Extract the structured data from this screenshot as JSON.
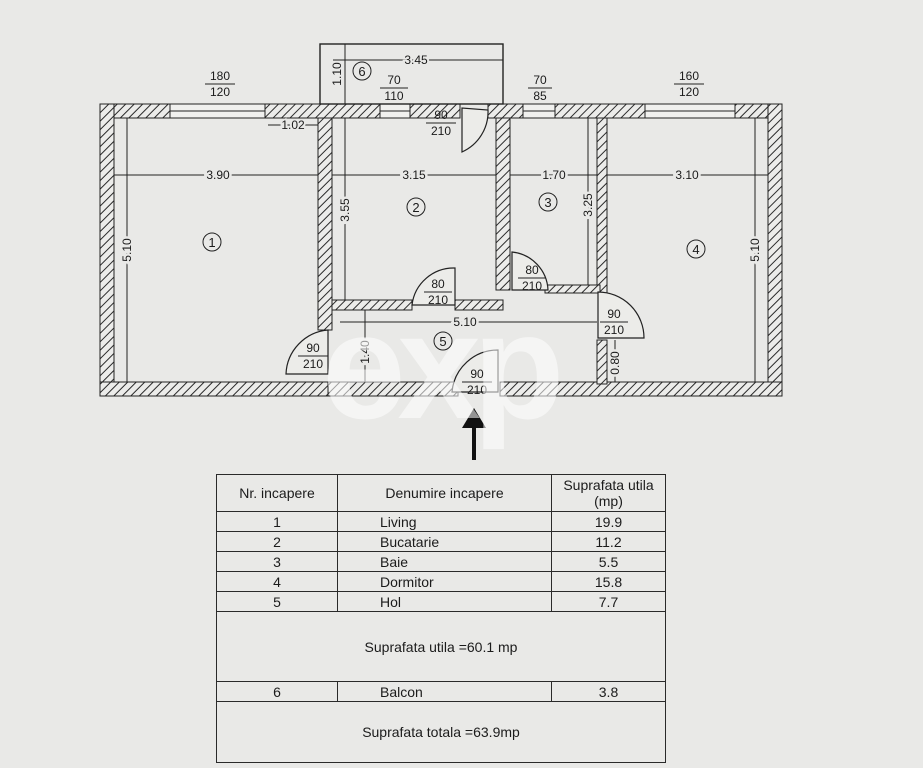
{
  "plan": {
    "rooms": [
      {
        "num": "1"
      },
      {
        "num": "2"
      },
      {
        "num": "3"
      },
      {
        "num": "4"
      },
      {
        "num": "5"
      },
      {
        "num": "6"
      }
    ],
    "dims": {
      "win1_w": "180",
      "win1_h": "120",
      "win2_w": "70",
      "win2_h": "110",
      "win3_w": "70",
      "win3_h": "85",
      "win4_w": "160",
      "win4_h": "120",
      "balcony_w": "3.45",
      "balcony_d": "1.10",
      "wall_offset": "1.02",
      "room1_w": "3.90",
      "room2_w": "3.15",
      "room3_w": "1.70",
      "room4_w": "3.10",
      "room1_h": "5.10",
      "room2_h": "3.55",
      "room3_h": "3.25",
      "room4_h": "5.10",
      "hall_w": "5.10",
      "hall_h": "1.40",
      "hall_right": "0.80"
    },
    "doors": [
      {
        "w": "90",
        "h": "210"
      },
      {
        "w": "80",
        "h": "210"
      },
      {
        "w": "80",
        "h": "210"
      },
      {
        "w": "90",
        "h": "210"
      },
      {
        "w": "90",
        "h": "210"
      },
      {
        "w": "90",
        "h": "210"
      }
    ],
    "watermark": "exp"
  },
  "table": {
    "headers": [
      "Nr. incapere",
      "Denumire incapere",
      "Suprafata utila (mp)"
    ],
    "rows": [
      {
        "nr": "1",
        "name": "Living",
        "area": "19.9"
      },
      {
        "nr": "2",
        "name": "Bucatarie",
        "area": "11.2"
      },
      {
        "nr": "3",
        "name": "Baie",
        "area": "5.5"
      },
      {
        "nr": "4",
        "name": "Dormitor",
        "area": "15.8"
      },
      {
        "nr": "5",
        "name": "Hol",
        "area": "7.7"
      }
    ],
    "useful_total": "Suprafata utila =60.1 mp",
    "balcony_row": {
      "nr": "6",
      "name": "Balcon",
      "area": "3.8"
    },
    "grand_total": "Suprafata totala =63.9mp"
  }
}
